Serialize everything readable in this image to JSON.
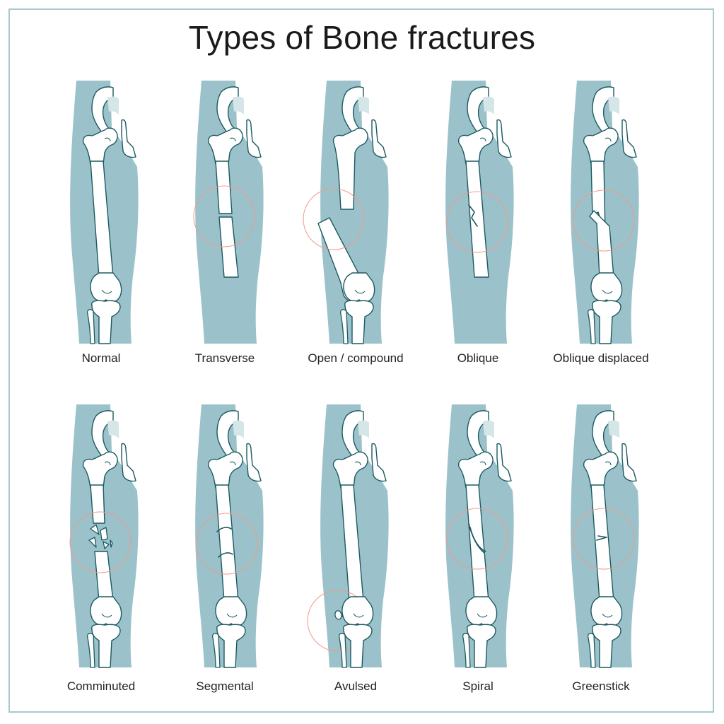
{
  "title": "Types of Bone fractures",
  "colors": {
    "background": "#ffffff",
    "border": "#a9c8cc",
    "leg": "#9bc2ca",
    "bone": "#ffffff",
    "bone_outline": "#1c5a60",
    "bone_shadow": "#d4e6e8",
    "highlight_circle": "#ef9a8c",
    "text": "#222222"
  },
  "row1": [
    {
      "label": "Normal"
    },
    {
      "label": "Transverse"
    },
    {
      "label": "Open / compound"
    },
    {
      "label": "Oblique"
    },
    {
      "label": "Oblique displaced"
    }
  ],
  "row2": [
    {
      "label": "Comminuted"
    },
    {
      "label": "Segmental"
    },
    {
      "label": "Avulsed"
    },
    {
      "label": "Spiral"
    },
    {
      "label": "Greenstick"
    }
  ]
}
